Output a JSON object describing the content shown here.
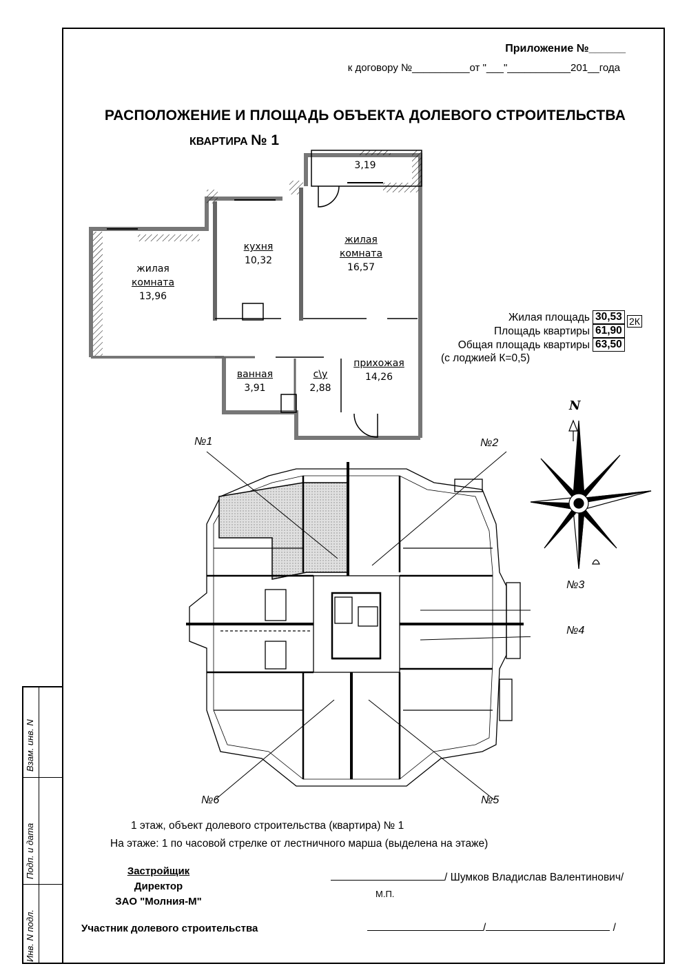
{
  "header": {
    "appendix": "Приложение №______",
    "contract": "к договору №__________от \"___\"___________201__года"
  },
  "title": "РАСПОЛОЖЕНИЕ И ПЛОЩАДЬ ОБЪЕКТА ДОЛЕВОГО СТРОИТЕЛЬСТВА",
  "apartment": {
    "label": "КВАРТИРА",
    "number": "№ 1"
  },
  "rooms": [
    {
      "name_line1": "жилая",
      "name_line2": "комната",
      "area": "13,96"
    },
    {
      "name_line1": "кухня",
      "name_line2": "",
      "area": "10,32"
    },
    {
      "name_line1": "жилая",
      "name_line2": "комната",
      "area": "16,57"
    },
    {
      "name_line1": "",
      "name_line2": "",
      "area": "3,19"
    },
    {
      "name_line1": "ванная",
      "name_line2": "",
      "area": "3,91"
    },
    {
      "name_line1": "с\\у",
      "name_line2": "",
      "area": "2,88"
    },
    {
      "name_line1": "прихожая",
      "name_line2": "",
      "area": "14,26"
    }
  ],
  "stats": {
    "living_label": "Жилая площадь",
    "living_value": "30,53",
    "type_tag": "2К",
    "apt_label": "Площадь квартиры",
    "apt_value": "61,90",
    "total_label": "Общая площадь квартиры",
    "total_value": "63,50",
    "loggia_note": "(с лоджией К=0,5)"
  },
  "compass": {
    "north": "N"
  },
  "floor_refs": [
    "№1",
    "№2",
    "№3",
    "№4",
    "№5",
    "№6"
  ],
  "floor_note_1": "1 этаж, объект долевого строительства (квартира) № 1",
  "floor_note_2": "На этаже:  1 по часовой стрелке от лестничного марша (выделена на этаже)",
  "developer": {
    "label": "Застройщик",
    "position": "Директор",
    "company": "ЗАО \"Молния-М\"",
    "signature": "/ Шумков Владислав Валентинович/",
    "stamp": "М.П."
  },
  "participant": {
    "label": "Участник долевого строительства",
    "sep1": "/",
    "sep2": "/"
  },
  "side_stamp": {
    "col1": "Взам. инв. N",
    "col2": "Подп. и дата",
    "col3": "Инв. N подл."
  }
}
